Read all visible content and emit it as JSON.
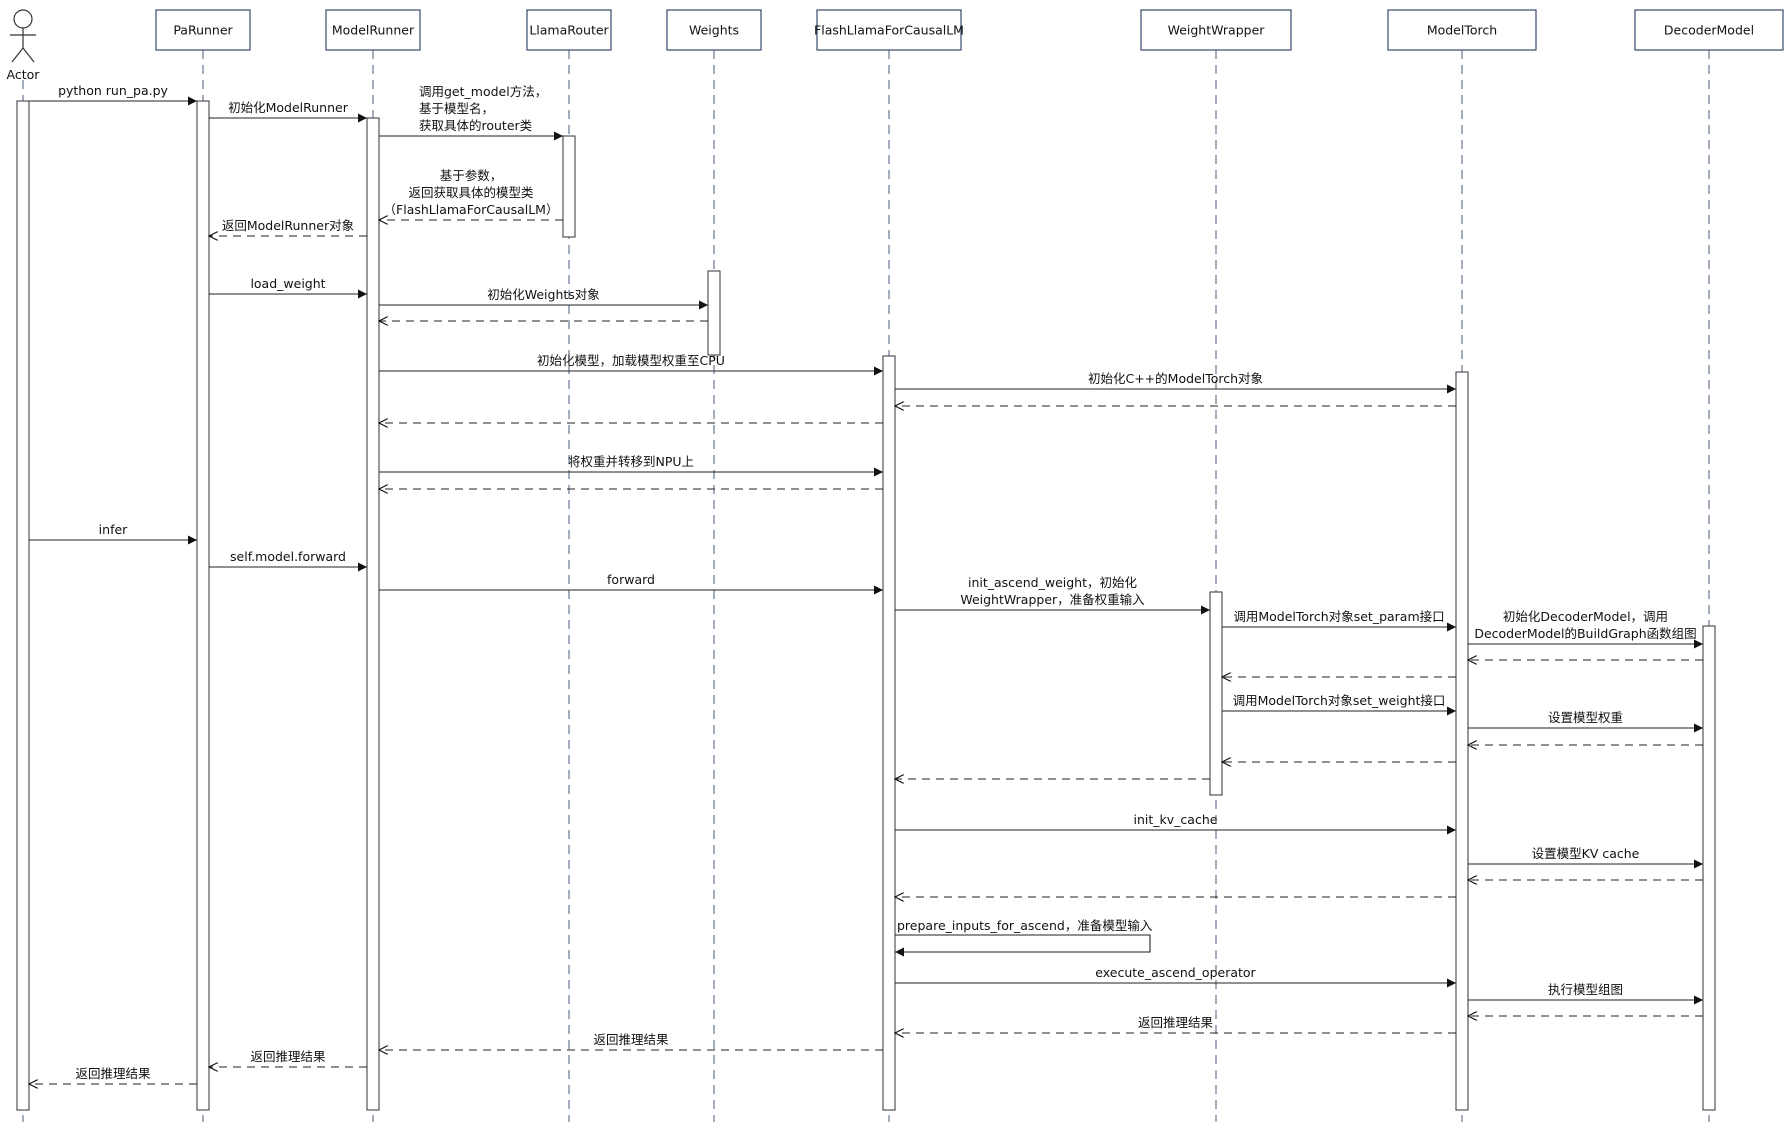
{
  "participants": [
    {
      "id": "actor",
      "label": "Actor",
      "kind": "actor"
    },
    {
      "id": "parunner",
      "label": "PaRunner"
    },
    {
      "id": "modelrunner",
      "label": "ModelRunner"
    },
    {
      "id": "llamarouter",
      "label": "LlamaRouter"
    },
    {
      "id": "weights",
      "label": "Weights"
    },
    {
      "id": "flashllama",
      "label": "FlashLlamaForCausalLM"
    },
    {
      "id": "weightwrapper",
      "label": "WeightWrapper"
    },
    {
      "id": "modeltorch",
      "label": "ModelTorch"
    },
    {
      "id": "decodermodel",
      "label": "DecoderModel"
    }
  ],
  "messages": [
    {
      "from": "actor",
      "to": "parunner",
      "type": "call",
      "lines": [
        "python run_pa.py"
      ]
    },
    {
      "from": "parunner",
      "to": "modelrunner",
      "type": "call",
      "lines": [
        "初始化ModelRunner"
      ]
    },
    {
      "from": "modelrunner",
      "to": "llamarouter",
      "type": "call",
      "lines": [
        "调用get_model方法，",
        "基于模型名，",
        "获取具体的router类"
      ]
    },
    {
      "from": "llamarouter",
      "to": "modelrunner",
      "type": "return",
      "lines": [
        "基于参数，",
        "返回获取具体的模型类",
        "（FlashLlamaForCausalLM）"
      ]
    },
    {
      "from": "modelrunner",
      "to": "parunner",
      "type": "return",
      "lines": [
        "返回ModelRunner对象"
      ]
    },
    {
      "from": "parunner",
      "to": "modelrunner",
      "type": "call",
      "lines": [
        "load_weight"
      ]
    },
    {
      "from": "modelrunner",
      "to": "weights",
      "type": "call",
      "lines": [
        "初始化Weights对象"
      ]
    },
    {
      "from": "weights",
      "to": "modelrunner",
      "type": "return",
      "lines": []
    },
    {
      "from": "modelrunner",
      "to": "flashllama",
      "type": "call",
      "lines": [
        "初始化模型，加载模型权重至CPU"
      ]
    },
    {
      "from": "flashllama",
      "to": "modeltorch",
      "type": "call",
      "lines": [
        "初始化C++的ModelTorch对象"
      ]
    },
    {
      "from": "modeltorch",
      "to": "flashllama",
      "type": "return",
      "lines": []
    },
    {
      "from": "flashllama",
      "to": "modelrunner",
      "type": "return",
      "lines": []
    },
    {
      "from": "modelrunner",
      "to": "flashllama",
      "type": "call",
      "lines": [
        "将权重并转移到NPU上"
      ]
    },
    {
      "from": "flashllama",
      "to": "modelrunner",
      "type": "return",
      "lines": []
    },
    {
      "from": "actor",
      "to": "parunner",
      "type": "call",
      "lines": [
        "infer"
      ]
    },
    {
      "from": "parunner",
      "to": "modelrunner",
      "type": "call",
      "lines": [
        "self.model.forward"
      ]
    },
    {
      "from": "modelrunner",
      "to": "flashllama",
      "type": "call",
      "lines": [
        "forward"
      ]
    },
    {
      "from": "flashllama",
      "to": "weightwrapper",
      "type": "call",
      "lines": [
        "init_ascend_weight，初始化",
        "WeightWrapper，准备权重输入"
      ]
    },
    {
      "from": "weightwrapper",
      "to": "modeltorch",
      "type": "call",
      "lines": [
        "调用ModelTorch对象set_param接口"
      ]
    },
    {
      "from": "modeltorch",
      "to": "decodermodel",
      "type": "call",
      "lines": [
        "初始化DecoderModel，调用",
        "DecoderModel的BuildGraph函数组图"
      ]
    },
    {
      "from": "decodermodel",
      "to": "modeltorch",
      "type": "return",
      "lines": []
    },
    {
      "from": "modeltorch",
      "to": "weightwrapper",
      "type": "return",
      "lines": []
    },
    {
      "from": "weightwrapper",
      "to": "modeltorch",
      "type": "call",
      "lines": [
        "调用ModelTorch对象set_weight接口"
      ]
    },
    {
      "from": "modeltorch",
      "to": "decodermodel",
      "type": "call",
      "lines": [
        "设置模型权重"
      ]
    },
    {
      "from": "decodermodel",
      "to": "modeltorch",
      "type": "return",
      "lines": []
    },
    {
      "from": "modeltorch",
      "to": "weightwrapper",
      "type": "return",
      "lines": []
    },
    {
      "from": "weightwrapper",
      "to": "flashllama",
      "type": "return",
      "lines": []
    },
    {
      "from": "flashllama",
      "to": "modeltorch",
      "type": "call",
      "lines": [
        "init_kv_cache"
      ]
    },
    {
      "from": "modeltorch",
      "to": "decodermodel",
      "type": "call",
      "lines": [
        "设置模型KV cache"
      ]
    },
    {
      "from": "decodermodel",
      "to": "modeltorch",
      "type": "return",
      "lines": []
    },
    {
      "from": "modeltorch",
      "to": "flashllama",
      "type": "return",
      "lines": []
    },
    {
      "from": "flashllama",
      "to": "flashllama",
      "type": "self",
      "lines": [
        "prepare_inputs_for_ascend，准备模型输入"
      ]
    },
    {
      "from": "flashllama",
      "to": "modeltorch",
      "type": "call",
      "lines": [
        "execute_ascend_operator"
      ]
    },
    {
      "from": "modeltorch",
      "to": "decodermodel",
      "type": "call",
      "lines": [
        "执行模型组图"
      ]
    },
    {
      "from": "decodermodel",
      "to": "modeltorch",
      "type": "return",
      "lines": []
    },
    {
      "from": "modeltorch",
      "to": "flashllama",
      "type": "return",
      "lines": [
        "返回推理结果"
      ]
    },
    {
      "from": "flashllama",
      "to": "modelrunner",
      "type": "return",
      "lines": [
        "返回推理结果"
      ]
    },
    {
      "from": "modelrunner",
      "to": "parunner",
      "type": "return",
      "lines": [
        "返回推理结果"
      ]
    },
    {
      "from": "parunner",
      "to": "actor",
      "type": "return",
      "lines": [
        "返回推理结果"
      ]
    }
  ]
}
